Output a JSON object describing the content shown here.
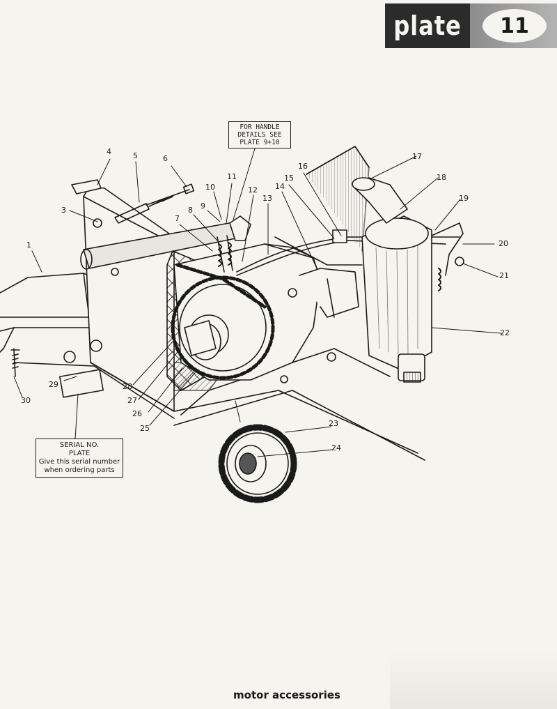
{
  "header": {
    "word": "plate",
    "number": "11"
  },
  "notes": {
    "handle": [
      "FOR HANDLE",
      "DETAILS SEE",
      "PLATE 9+10"
    ],
    "serial": [
      "SERIAL NO.",
      "PLATE",
      "Give this serial number",
      "when ordering parts"
    ]
  },
  "callouts": [
    "1",
    "3",
    "4",
    "5",
    "6",
    "7",
    "8",
    "9",
    "10",
    "11",
    "12",
    "13",
    "14",
    "15",
    "16",
    "17",
    "18",
    "19",
    "20",
    "21",
    "22",
    "23",
    "24",
    "25",
    "26",
    "27",
    "28",
    "29",
    "30"
  ],
  "footer": {
    "title": "motor accessories"
  }
}
